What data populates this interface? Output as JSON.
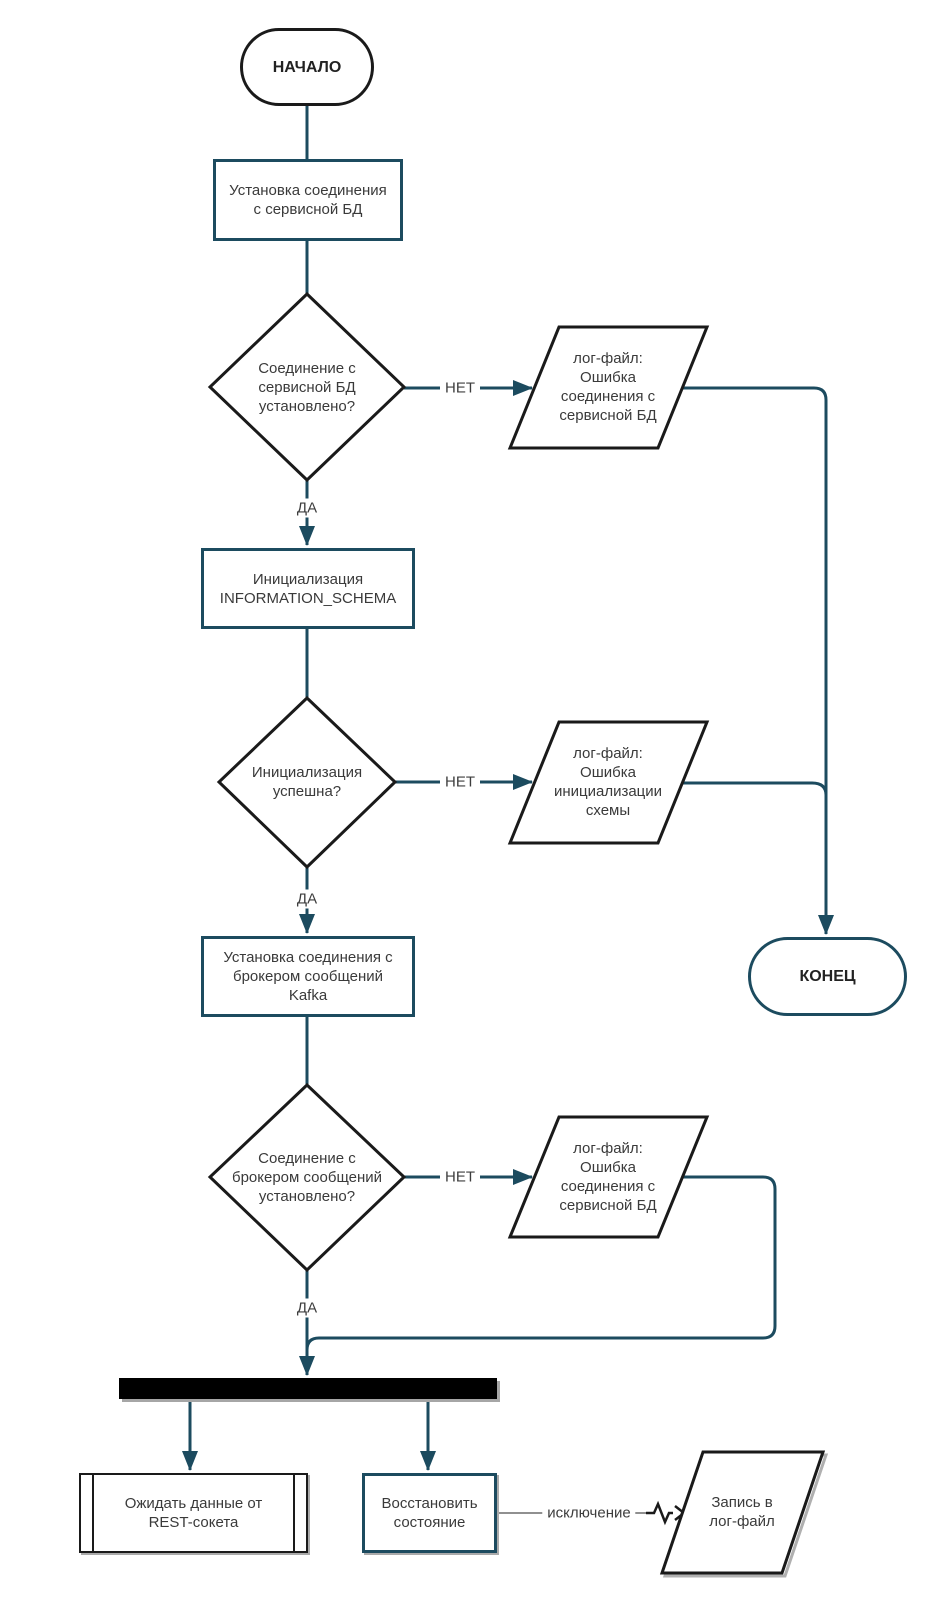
{
  "diagram": {
    "type": "flowchart",
    "language": "ru",
    "colors": {
      "connector": "#1c4b5f",
      "shape_border_black": "#1a1a1a",
      "process_border_teal": "#1c4b5f",
      "fork_bar_fill": "#000000",
      "exception_line_gray": "#909090",
      "text": "#3a3a3a",
      "background": "#ffffff"
    },
    "nodes": {
      "start": {
        "type": "terminator",
        "label": "НАЧАЛО"
      },
      "p1": {
        "type": "process",
        "label": "Установка соединения\nс сервисной БД"
      },
      "d1": {
        "type": "decision",
        "label": "Соединение с\nсервисной БД\nустановлено?"
      },
      "log1": {
        "type": "data",
        "label": "лог-файл:\nОшибка\nсоединения с\nсервисной БД"
      },
      "p2": {
        "type": "process",
        "label": "Инициализация\nINFORMATION_SCHEMA"
      },
      "d2": {
        "type": "decision",
        "label": "Инициализация\nуспешна?"
      },
      "log2": {
        "type": "data",
        "label": "лог-файл:\nОшибка\nинициализации\nсхемы"
      },
      "p3": {
        "type": "process",
        "label": "Установка соединения с\nброкером сообщений\nKafka"
      },
      "end": {
        "type": "terminator",
        "label": "КОНЕЦ"
      },
      "d3": {
        "type": "decision",
        "label": "Соединение с\nброкером сообщений\nустановлено?"
      },
      "log3": {
        "type": "data",
        "label": "лог-файл:\nОшибка\nсоединения с\nсервисной БД"
      },
      "fork": {
        "type": "fork-bar",
        "label": ""
      },
      "rest": {
        "type": "predefined-process",
        "label": "Ожидать данные от\nREST-сокета"
      },
      "restore": {
        "type": "process",
        "label": "Восстановить\nсостояние"
      },
      "log4": {
        "type": "data",
        "label": "Запись в\nлог-файл"
      }
    },
    "edge_labels": {
      "yes": "ДА",
      "no": "НЕТ",
      "exception": "исключение"
    },
    "edges": [
      {
        "from": "start",
        "to": "p1"
      },
      {
        "from": "p1",
        "to": "d1"
      },
      {
        "from": "d1",
        "to": "log1",
        "label": "НЕТ"
      },
      {
        "from": "log1",
        "to": "end"
      },
      {
        "from": "d1",
        "to": "p2",
        "label": "ДА"
      },
      {
        "from": "p2",
        "to": "d2"
      },
      {
        "from": "d2",
        "to": "log2",
        "label": "НЕТ"
      },
      {
        "from": "log2",
        "to": "end"
      },
      {
        "from": "d2",
        "to": "p3",
        "label": "ДА"
      },
      {
        "from": "p3",
        "to": "d3"
      },
      {
        "from": "d3",
        "to": "log3",
        "label": "НЕТ"
      },
      {
        "from": "log3",
        "to": "fork"
      },
      {
        "from": "d3",
        "to": "fork",
        "label": "ДА"
      },
      {
        "from": "fork",
        "to": "rest"
      },
      {
        "from": "fork",
        "to": "restore"
      },
      {
        "from": "restore",
        "to": "log4",
        "label": "исключение",
        "style": "exception-zigzag"
      }
    ]
  }
}
